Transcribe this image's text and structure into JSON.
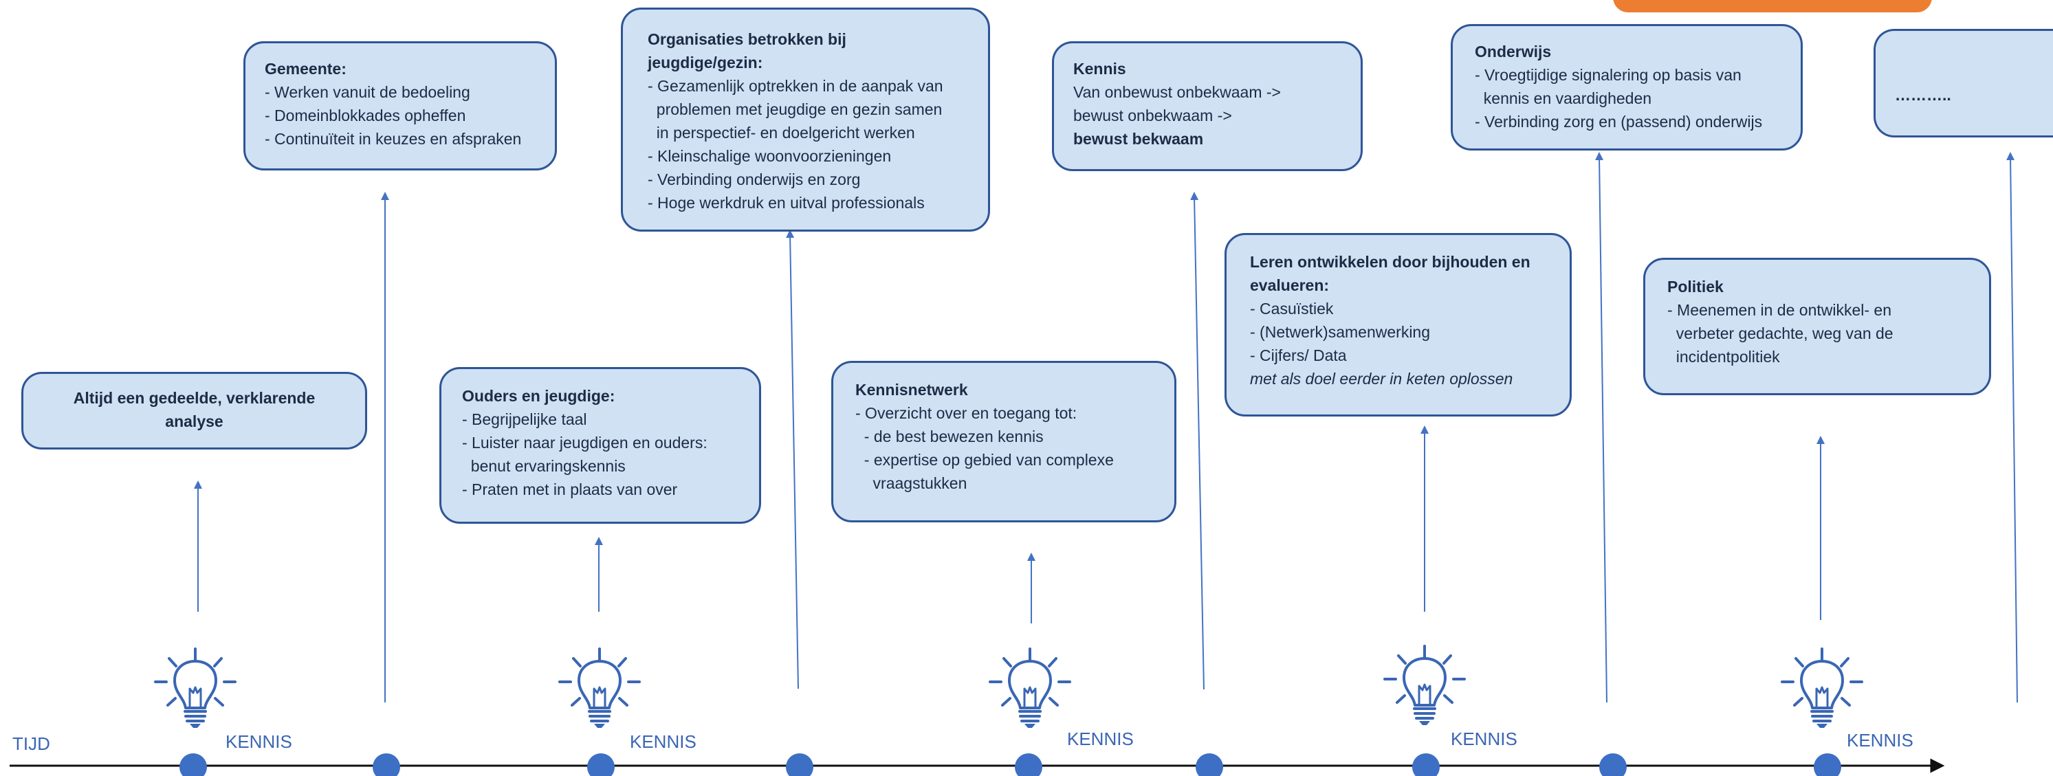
{
  "axis": {
    "label": "TIJD",
    "marker_label": "KENNIS"
  },
  "colors": {
    "box_fill": "#cfe1f3",
    "box_border": "#2f5597",
    "line": "#4472c4",
    "dot": "#3d6fc4",
    "accent": "#ed7d31"
  },
  "boxes": {
    "analyse": {
      "text": "Altijd een gedeelde, verklarende analyse"
    },
    "gemeente": {
      "title": "Gemeente:",
      "items": [
        "- Werken vanuit de bedoeling",
        "- Domeinblokkades opheffen",
        "- Continuïteit in keuzes en afspraken"
      ]
    },
    "ouders": {
      "title": "Ouders en jeugdige:",
      "items": [
        "- Begrijpelijke taal",
        "- Luister naar jeugdigen en ouders:",
        "  benut ervaringskennis",
        "- Praten met in plaats van over"
      ]
    },
    "organisaties": {
      "title1": "Organisaties betrokken bij",
      "title2": "jeugdige/gezin:",
      "items": [
        "- Gezamenlijk optrekken in de aanpak van",
        "  problemen met jeugdige en gezin samen",
        "  in perspectief- en doelgericht werken",
        "- Kleinschalige woonvoorzieningen",
        "- Verbinding onderwijs en zorg",
        "- Hoge werkdruk en uitval professionals"
      ]
    },
    "kennisnetwerk": {
      "title": "Kennisnetwerk",
      "items": [
        "- Overzicht over en toegang tot:",
        "  - de best bewezen kennis",
        "  - expertise op gebied van complexe",
        "    vraagstukken"
      ]
    },
    "kennis": {
      "title": "Kennis",
      "line1": "Van onbewust onbekwaam ->",
      "line2": "bewust onbekwaam ->",
      "line3": "bewust bekwaam"
    },
    "leren": {
      "title1": "Leren ontwikkelen door bijhouden en",
      "title2": "evalueren:",
      "items": [
        "- Casuïstiek",
        "- (Netwerk)samenwerking",
        "- Cijfers/ Data"
      ],
      "note": "met als doel eerder in keten oplossen"
    },
    "onderwijs": {
      "title": "Onderwijs",
      "items": [
        "- Vroegtijdige signalering op basis van",
        "  kennis en vaardigheden",
        "- Verbinding zorg en (passend) onderwijs"
      ]
    },
    "politiek": {
      "title": "Politiek",
      "items": [
        "- Meenemen in de ontwikkel- en",
        "  verbeter gedachte, weg van de",
        "  incidentpolitiek"
      ]
    },
    "dots": {
      "text": "……….."
    }
  }
}
